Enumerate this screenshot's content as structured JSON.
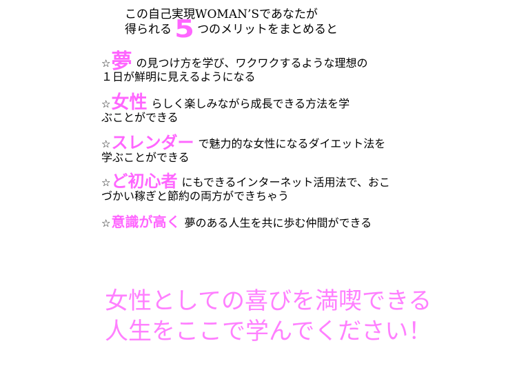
{
  "intro": {
    "line1": "この自己実現WOMAN’Sであなたが",
    "line2_before": "得られる",
    "number": "5",
    "line2_after": "つのメリットをまとめると"
  },
  "star": "☆",
  "merits": [
    {
      "keyword": "夢",
      "line1": "の見つけ方を学び、ワクワクするような理想の",
      "line2": "１日が鮮明に見えるようになる"
    },
    {
      "keyword": "女性",
      "line1": "らしく楽しみながら成長できる方法を学",
      "line2": "ぶことができる"
    },
    {
      "keyword": "スレンダー",
      "line1": "で魅力的な女性になるダイエット法を",
      "line2": "学ぶことができる"
    },
    {
      "keyword": "ど初心者",
      "line1": "にもできるインターネット活用法で、おこ",
      "line2": "づかい稼ぎと節約の両方ができちゃう"
    },
    {
      "keyword": "意識が高く",
      "line1": "夢のある人生を共に歩む仲間ができる",
      "line2": ""
    }
  ],
  "closing": {
    "line1": "女性としての喜びを満喫できる",
    "line2": "人生をここで学んでください！"
  },
  "colors": {
    "accent": "#ff66ff",
    "closing": "#ff80ff",
    "text": "#000000",
    "background": "#ffffff"
  }
}
